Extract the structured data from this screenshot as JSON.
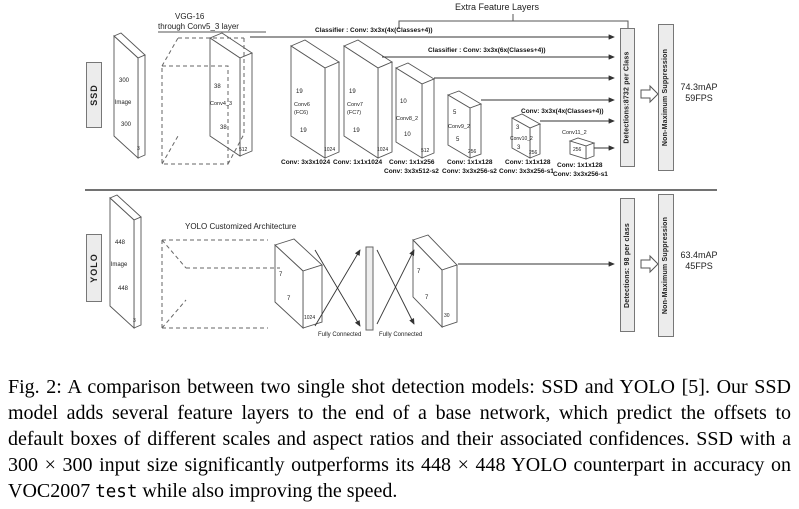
{
  "ssd": {
    "label": "SSD",
    "input_top": "300",
    "input_mid": "Image",
    "input_bottom": "300",
    "input_ch": "3",
    "vgg_line1": "VGG-16",
    "vgg_line2": "through Conv5_3 layer",
    "extra": "Extra Feature Layers",
    "cls1": "Classifier : Conv: 3x3x(4x(Classes+4))",
    "cls2": "Classifier : Conv: 3x3x(6x(Classes+4))",
    "cls3": "Conv: 3x3x(4x(Classes+4))",
    "l1_d1": "38",
    "l1_name": "Conv4_3",
    "l1_d2": "38",
    "l1_ch": "512",
    "l2_d1": "19",
    "l2_name": "Conv6",
    "l2_name2": "(FC6)",
    "l2_d2": "19",
    "l2_ch": "1024",
    "l2_op": "Conv: 3x3x1024",
    "l3_d1": "19",
    "l3_name": "Conv7",
    "l3_name2": "(FC7)",
    "l3_d2": "19",
    "l3_ch": "1024",
    "l3_op": "Conv: 1x1x1024",
    "l4_d1": "10",
    "l4_name": "Conv8_2",
    "l4_d2": "10",
    "l4_ch": "512",
    "l4_op1": "Conv: 1x1x256",
    "l4_op2": "Conv: 3x3x512-s2",
    "l5_d1": "5",
    "l5_name": "Conv9_2",
    "l5_d2": "5",
    "l5_ch": "256",
    "l5_op1": "Conv: 1x1x128",
    "l5_op2": "Conv: 3x3x256-s2",
    "l6_d1": "3",
    "l6_name": "Conv10_2",
    "l6_d2": "3",
    "l6_ch": "256",
    "l6_op1": "Conv: 1x1x128",
    "l6_op2": "Conv: 3x3x256-s1",
    "l7_name": "Conv11_2",
    "l7_ch": "256",
    "l7_op1": "Conv: 1x1x128",
    "l7_op2": "Conv: 3x3x256-s1",
    "det": "Detections:8732 per Class",
    "nms": "Non-Maximum Suppression",
    "map": "74.3mAP",
    "fps": "59FPS"
  },
  "yolo": {
    "label": "YOLO",
    "input_top": "448",
    "input_mid": "Image",
    "input_bottom": "448",
    "input_ch": "3",
    "arch": "YOLO Customized Architecture",
    "b1_d1": "7",
    "b1_d2": "7",
    "b1_ch": "1024",
    "fc1": "Fully Connected",
    "fc2": "Fully Connected",
    "b2_d1": "7",
    "b2_d2": "7",
    "b2_ch": "30",
    "det": "Detections: 98 per class",
    "nms": "Non-Maximum Suppression",
    "map": "63.4mAP",
    "fps": "45FPS"
  },
  "caption": {
    "seg1": "Fig. 2: A comparison between two single shot detection models: SSD and YOLO [5]. Our SSD model adds several feature layers to the end of a base network, which predict the offsets to default boxes of different scales and aspect ratios and their associated confidences. SSD with a 300 × 300 input size significantly outperforms its 448 × 448 YOLO counterpart in accuracy on VOC2007 ",
    "mono": "test",
    "seg2": " while also improving the speed."
  }
}
